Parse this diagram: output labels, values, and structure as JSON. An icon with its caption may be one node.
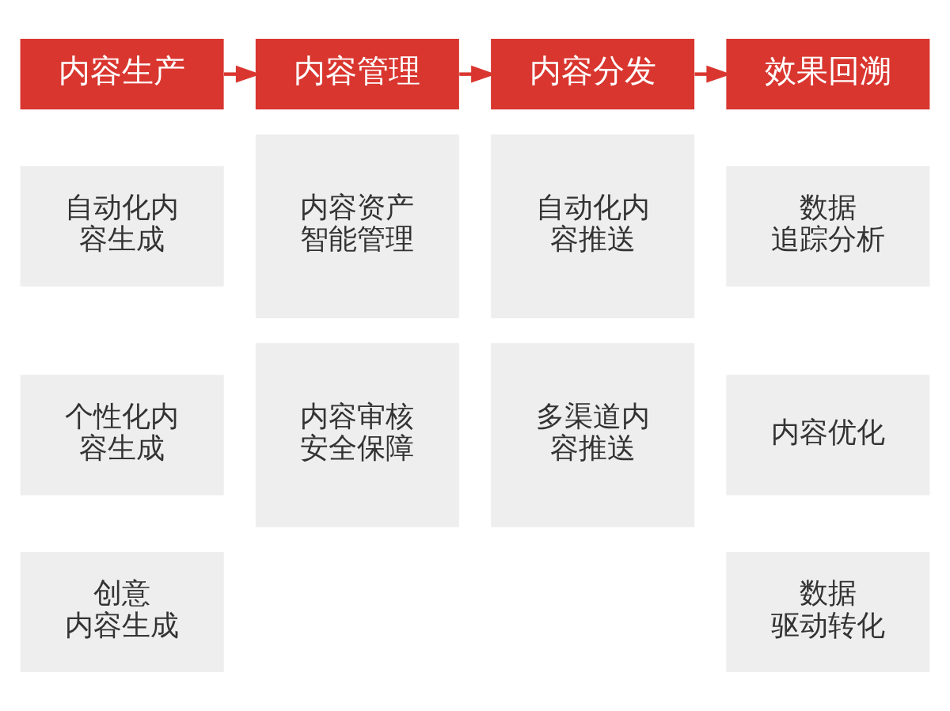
{
  "diagram": {
    "nodes": [
      {
        "text": [
          "内容生产"
        ]
      },
      {
        "text": [
          "内容管理"
        ]
      },
      {
        "text": [
          "内容分发"
        ]
      },
      {
        "text": [
          "效果回溯"
        ]
      },
      {
        "text": [
          "自动化内容生成"
        ]
      },
      {
        "text": [
          "个性化内容生成"
        ]
      },
      {
        "text": [
          "创意内容生成"
        ]
      },
      {
        "text": [
          "内容资产智能管理"
        ]
      },
      {
        "text": [
          "内容审核安全保障"
        ]
      },
      {
        "text": [
          "自动化内容推送"
        ]
      },
      {
        "text": [
          "多渠道内容推送"
        ]
      },
      {
        "text": [
          "数据追踪分析"
        ]
      },
      {
        "text": [
          "内容优化"
        ]
      },
      {
        "text": [
          "数据驱动转化"
        ]
      }
    ],
    "edges": [
      {
        "from": 0,
        "to": 1,
        "arrow": "to"
      },
      {
        "from": 1,
        "to": 2,
        "arrow": "to"
      },
      {
        "from": 2,
        "to": 3,
        "arrow": "to"
      }
    ]
  }
}
